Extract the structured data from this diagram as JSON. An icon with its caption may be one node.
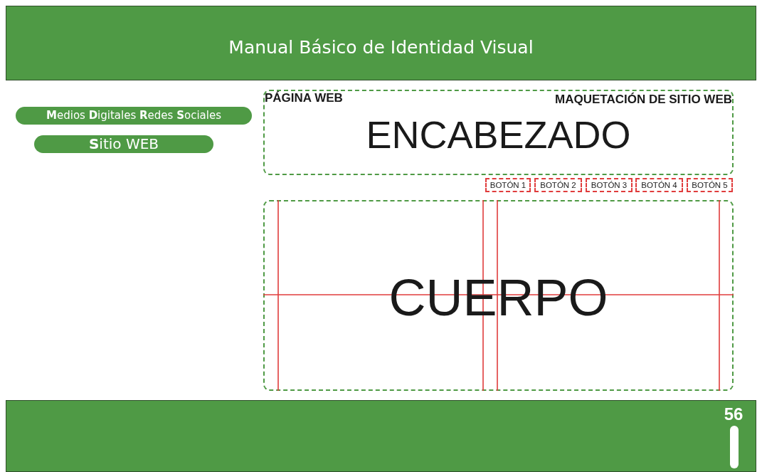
{
  "diagram": {
    "title": "Manual Básico de Identidad Visual",
    "nodes": [
      {
        "text": [
          "**M**edios **D**igitales **R**edes **S**ociales"
        ]
      },
      {
        "text": [
          "**S**itio WEB"
        ]
      },
      {
        "text": [
          "PÁGINA WEB",
          "MAQUETACIÓN DE SITIO WEB",
          "ENCABEZADO"
        ]
      },
      {
        "text": [
          "BOTÓN 1"
        ]
      },
      {
        "text": [
          "BOTÓN 2"
        ]
      },
      {
        "text": [
          "BOTÓN 3"
        ]
      },
      {
        "text": [
          "BOTÓN 4"
        ]
      },
      {
        "text": [
          "BOTÓN 5"
        ]
      },
      {
        "text": [
          "CUERPO"
        ]
      }
    ],
    "labels": [
      "56"
    ]
  }
}
